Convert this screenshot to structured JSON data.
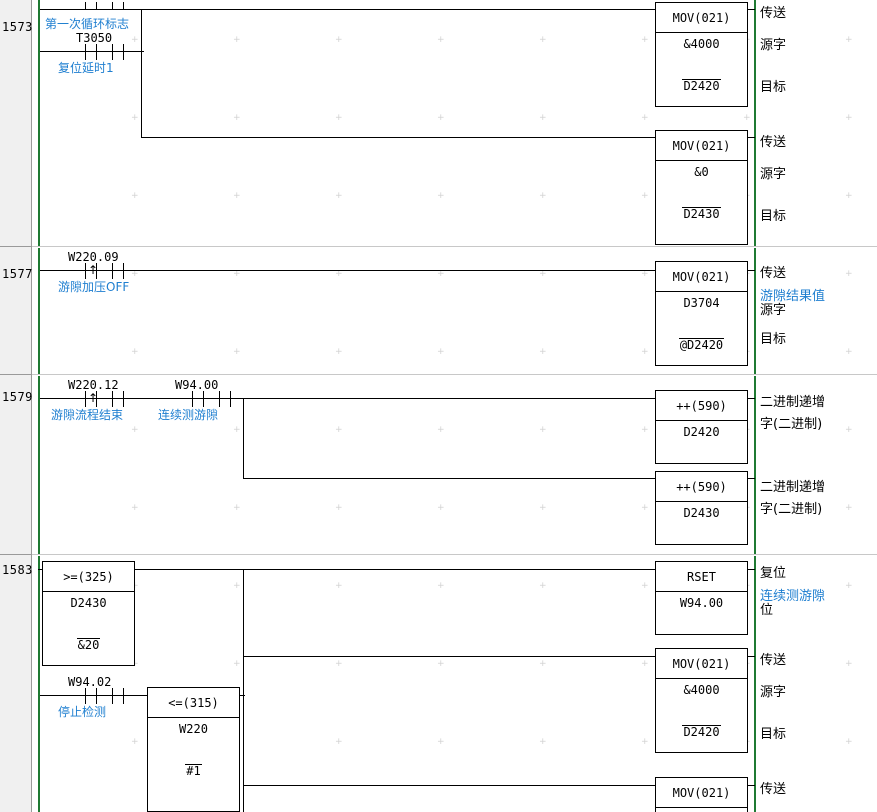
{
  "app": {
    "type": "ladder-logic-editor",
    "rail_color": "#1f7a33",
    "comment_color": "#1f7fd0"
  },
  "gutter": {
    "rungs": [
      {
        "number": "1573"
      },
      {
        "number": "1577"
      },
      {
        "number": "1579"
      },
      {
        "number": "1583"
      }
    ]
  },
  "rung_1573": {
    "contact_top_addr": "",
    "contact1": {
      "addr": "T3050",
      "comment_above": "第一次循环标志",
      "comment_below": "复位延时1"
    },
    "block1": {
      "op": "MOV(021)",
      "operand1": "&4000",
      "operand2": "D2420",
      "desc1": "传送",
      "desc2": "源字",
      "desc3": "目标"
    },
    "block2": {
      "op": "MOV(021)",
      "operand1": "&0",
      "operand2": "D2430",
      "desc1": "传送",
      "desc2": "源字",
      "desc3": "目标"
    }
  },
  "rung_1577": {
    "contact1": {
      "addr": "W220.09",
      "comment": "游隙加压OFF",
      "type": "rising-edge"
    },
    "block1": {
      "op": "MOV(021)",
      "operand1": "D3704",
      "operand2": "@D2420",
      "desc1": "传送",
      "desc_blue": "游隙结果值",
      "desc2": "源字",
      "desc3": "目标"
    }
  },
  "rung_1579": {
    "contact1": {
      "addr": "W220.12",
      "comment": "游隙流程结束",
      "type": "rising-edge"
    },
    "contact2": {
      "addr": "W94.00",
      "comment": "连续测游隙",
      "type": "normally-open"
    },
    "block1": {
      "op": "++(590)",
      "operand1": "D2420",
      "desc1": "二进制递增",
      "desc2": "字(二进制)"
    },
    "block2": {
      "op": "++(590)",
      "operand1": "D2430",
      "desc1": "二进制递增",
      "desc2": "字(二进制)"
    }
  },
  "rung_1583": {
    "cmp1": {
      "op": ">=(325)",
      "operand1": "D2430",
      "operand2": "&20"
    },
    "contact1": {
      "addr": "W94.02",
      "comment": "停止检测",
      "type": "normally-open"
    },
    "cmp2": {
      "op": "<=(315)",
      "operand1": "W220",
      "operand2": "#1"
    },
    "block1": {
      "op": "RSET",
      "operand1": "W94.00",
      "desc1": "复位",
      "desc_blue": "连续测游隙",
      "desc2": "位"
    },
    "block2": {
      "op": "MOV(021)",
      "operand1": "&4000",
      "operand2": "D2420",
      "desc1": "传送",
      "desc2": "源字",
      "desc3": "目标"
    },
    "block3": {
      "op": "MOV(021)",
      "desc1": "传送"
    }
  }
}
